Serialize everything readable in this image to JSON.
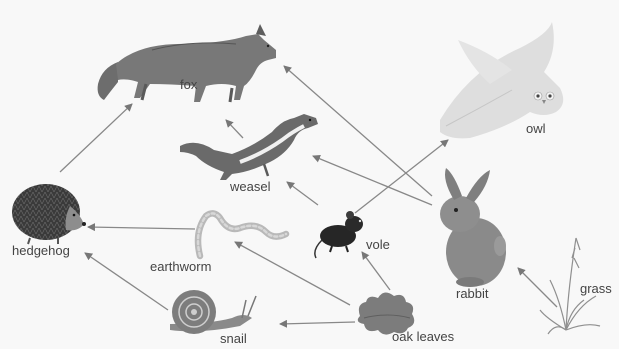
{
  "food_web": {
    "organisms": {
      "fox": "fox",
      "owl": "owl",
      "weasel": "weasel",
      "hedgehog": "hedgehog",
      "earthworm": "earthworm",
      "vole": "vole",
      "rabbit": "rabbit",
      "grass": "grass",
      "snail": "snail",
      "oak_leaves": "oak leaves"
    },
    "links": [
      [
        "oak leaves",
        "snail"
      ],
      [
        "oak leaves",
        "earthworm"
      ],
      [
        "oak leaves",
        "vole"
      ],
      [
        "grass",
        "rabbit"
      ],
      [
        "snail",
        "hedgehog"
      ],
      [
        "earthworm",
        "hedgehog"
      ],
      [
        "hedgehog",
        "fox"
      ],
      [
        "vole",
        "weasel"
      ],
      [
        "vole",
        "owl"
      ],
      [
        "rabbit",
        "weasel"
      ],
      [
        "rabbit",
        "fox"
      ],
      [
        "weasel",
        "fox"
      ]
    ]
  }
}
